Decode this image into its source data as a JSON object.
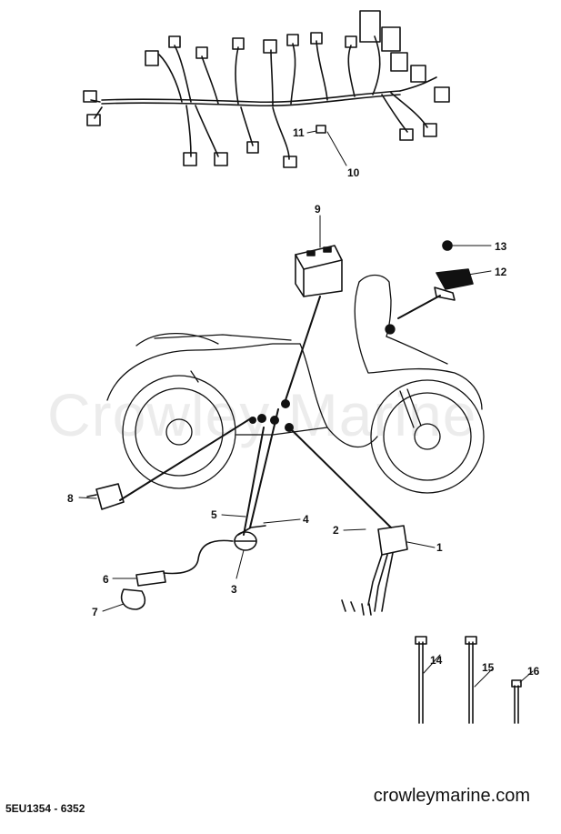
{
  "watermark": "Crowley Marine",
  "callouts": {
    "c1": "1",
    "c2": "2",
    "c3": "3",
    "c4": "4",
    "c5": "5",
    "c6": "6",
    "c7": "7",
    "c8": "8",
    "c9": "9",
    "c10": "10",
    "c11": "11",
    "c12": "12",
    "c13": "13",
    "c14": "14",
    "c15": "15",
    "c16": "16"
  },
  "footer": {
    "code": "5EU1354 - 6352",
    "site": "crowleymarine.com"
  }
}
